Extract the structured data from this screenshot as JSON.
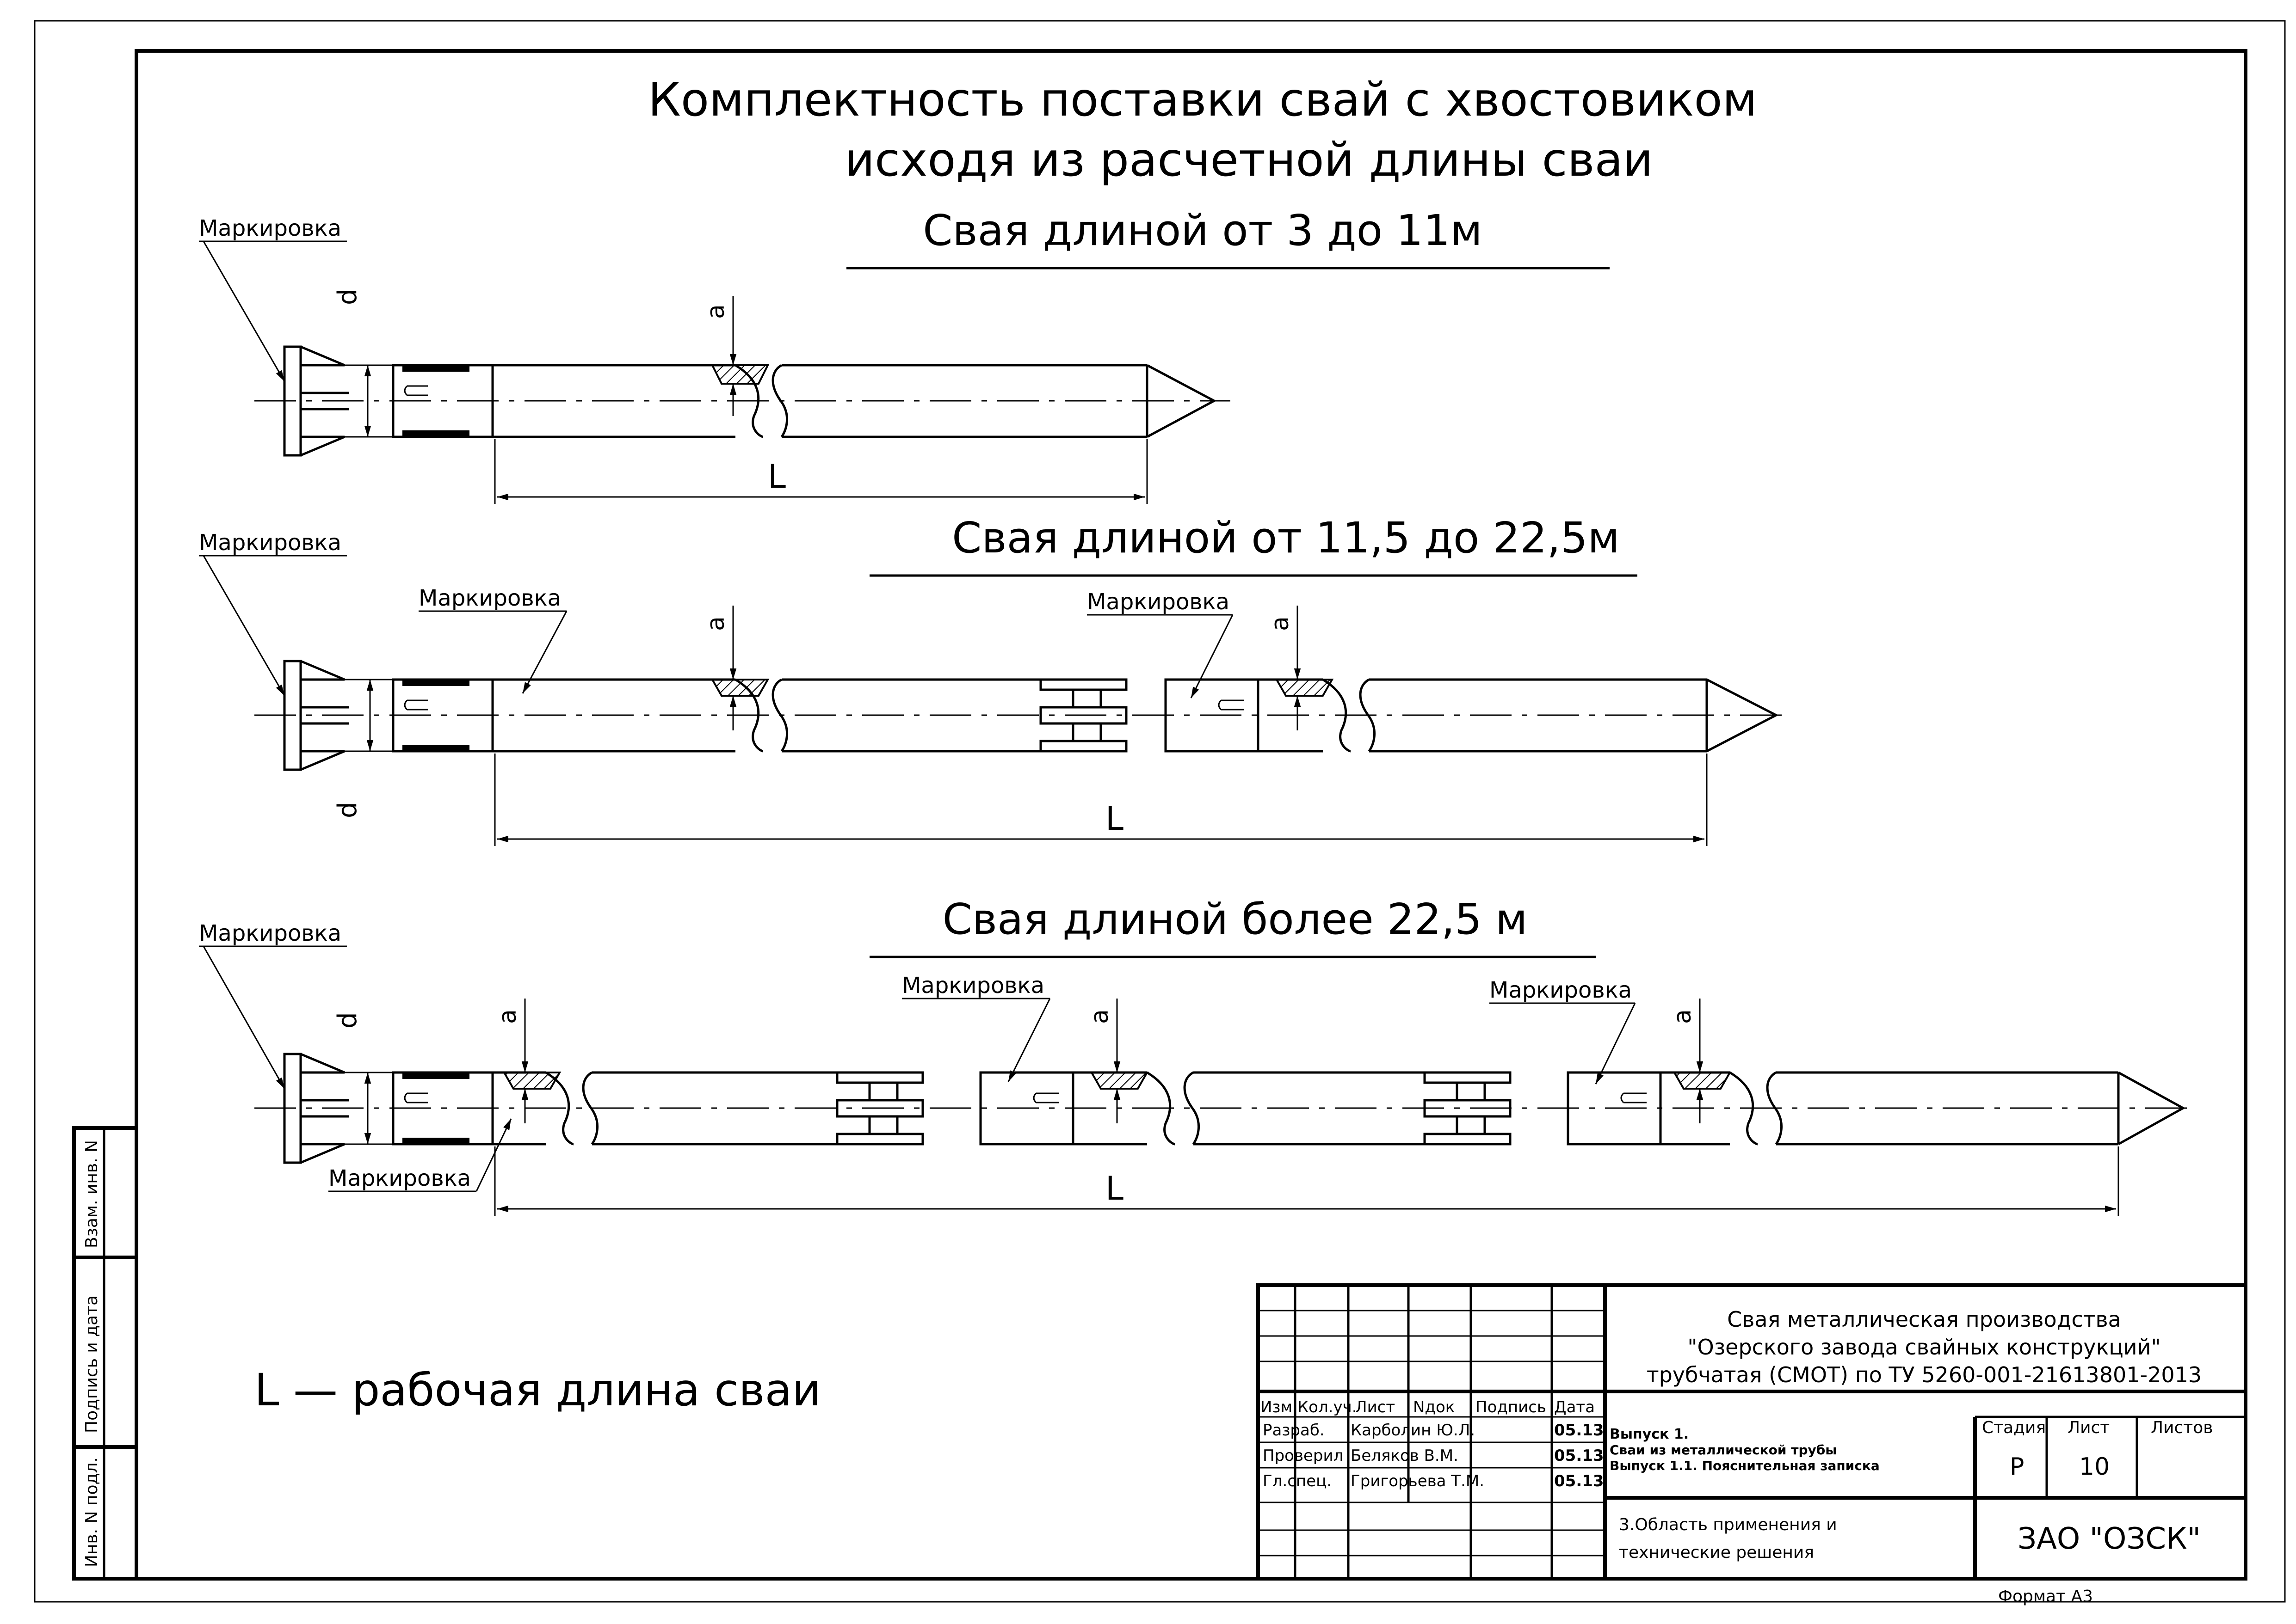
{
  "title": {
    "line1": "Комплектность поставки свай с хвостовиком",
    "line2": "исходя из расчетной длины сваи"
  },
  "sections": [
    {
      "heading": "Свая длиной от 3 до 11м"
    },
    {
      "heading": "Свая длиной от 11,5 до 22,5м"
    },
    {
      "heading": "Свая длиной более 22,5 м"
    }
  ],
  "labels": {
    "marking": "Маркировка",
    "d": "d",
    "a": "a",
    "L": "L"
  },
  "legend": "L — рабочая длина сваи",
  "side_stamp": {
    "inv_vzam": "Взам. инв. N",
    "podpis_data": "Подпись и дата",
    "inv_podl": "Инв. N подл."
  },
  "title_block": {
    "name_line1": "Свая металлическая производства",
    "name_line2": "\"Озерского завода свайных  конструкций\"",
    "name_line3": "трубчатая (СМОТ) по ТУ 5260-001-21613801-2013",
    "col_headers": [
      "Изм.",
      "Кол.уч.",
      "Лист",
      "Nдок",
      "Подпись",
      "Дата"
    ],
    "people": [
      {
        "role": "Разраб.",
        "name": "Карболин Ю.Л.",
        "date": "05.13"
      },
      {
        "role": "Проверил",
        "name": "Беляков В.М.",
        "date": "05.13"
      },
      {
        "role": "Гл.спец.",
        "name": "Григорьева Т.М.",
        "date": "05.13"
      }
    ],
    "issue_line1": "Выпуск 1.",
    "issue_line2": "Сваи из металлической трубы",
    "issue_line3": "Выпуск 1.1. Пояснительная записка",
    "section_line1": "3.Область применения и",
    "section_line2": "технические решения",
    "stage_label": "Стадия",
    "sheet_label": "Лист",
    "sheets_label": "Листов",
    "stage_value": "Р",
    "sheet_value": "10",
    "sheets_value": "",
    "company": "ЗАО \"ОЗСК\"",
    "format": "Формат А3"
  }
}
